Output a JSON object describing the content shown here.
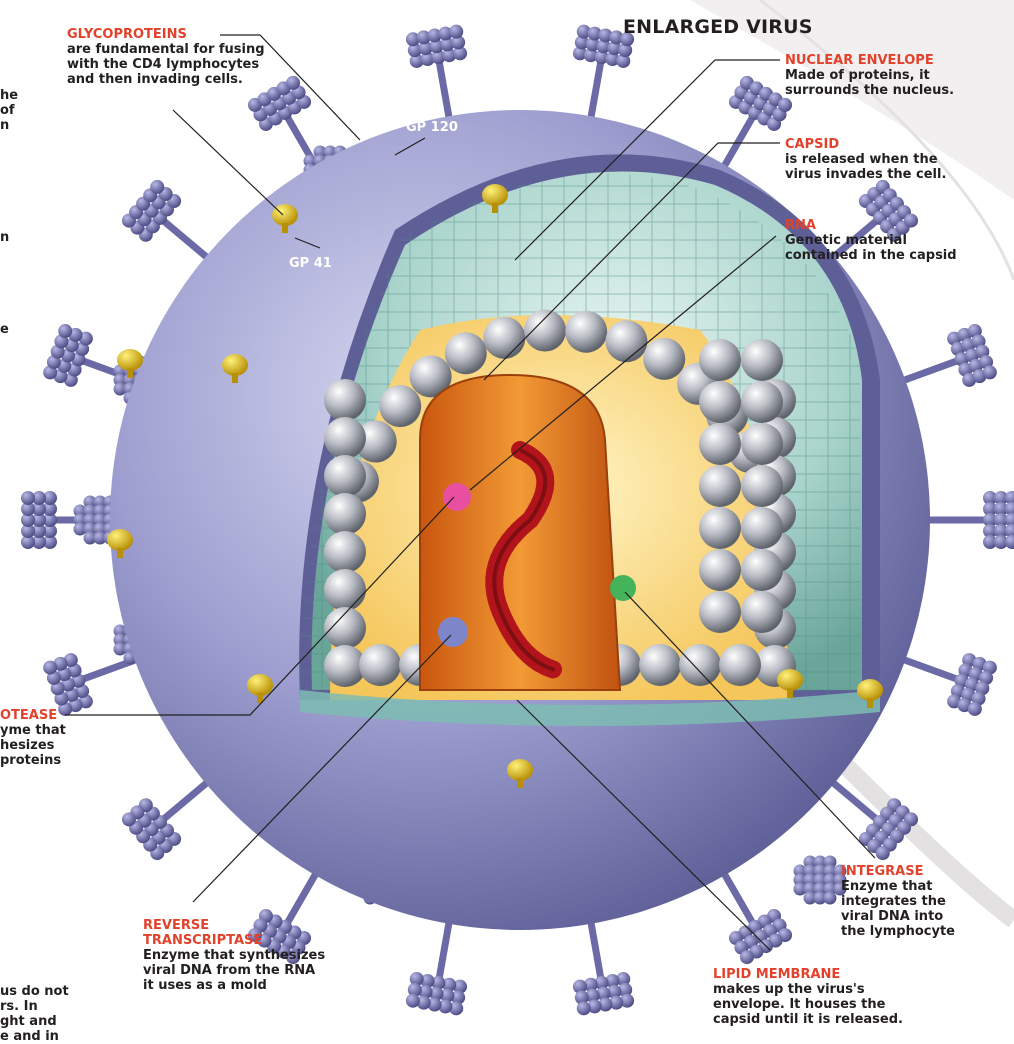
{
  "title": "ENLARGED VIRUS",
  "labels": {
    "glycoproteins": {
      "heading": "GLYCOPROTEINS",
      "body": "are fundamental for fusing\nwith the CD4 lymphocytes\nand then invading cells."
    },
    "gp120": "GP 120",
    "gp41": "GP 41",
    "nuclear_envelope": {
      "heading": "NUCLEAR ENVELOPE",
      "body": "Made of proteins, it\nsurrounds the nucleus."
    },
    "capsid": {
      "heading": "CAPSID",
      "body": "is released when the\nvirus invades the cell."
    },
    "rna": {
      "heading": "RNA",
      "body": "Genetic material\ncontained in the capsid"
    },
    "protease": {
      "heading": "OTEASE",
      "body": "yme that\nhesizes\n proteins"
    },
    "reverse_transcriptase": {
      "heading": "REVERSE\nTRANSCRIPTASE",
      "body": "Enzyme that synthesizes\nviral DNA from the RNA\nit uses as a mold"
    },
    "integrase": {
      "heading": "INTEGRASE",
      "body": "Enzyme that\nintegrates the\nviral DNA into\nthe lymphocyte"
    },
    "lipid_membrane": {
      "heading": "LIPID MEMBRANE",
      "body": "makes up the virus's\nenvelope. It houses the\ncapsid until it is released."
    }
  },
  "left_cropped_text": {
    "fragment_1": "he\n of\nn",
    "fragment_2": "n",
    "fragment_3": "e",
    "fragment_4": "us do not\nrs. In\nght and\ne and in"
  },
  "colors": {
    "heading_red": "#e2412b",
    "membrane": "#8e8fc4",
    "glycoprotein": "#6b6aa6",
    "capsid_teal": "#a9d4cc",
    "core_orange": "#e8821f",
    "rna_red": "#b3141b",
    "gp41_yellow": "#e8c21a",
    "protease_pink": "#e84fa0",
    "integrase_green": "#45b35a",
    "rt_blue": "#7e86c9"
  }
}
